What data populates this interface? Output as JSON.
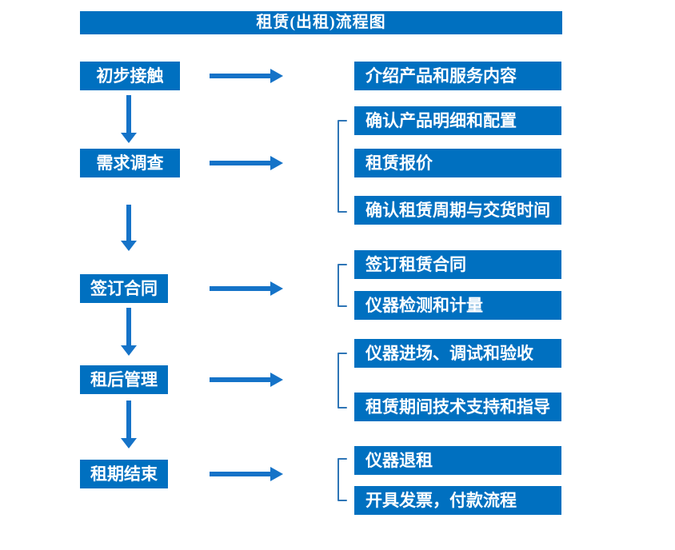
{
  "title": "租赁(出租)流程图",
  "colors": {
    "box_fill": "#0070C0",
    "arrow": "#1573C8",
    "bracket": "#2E75B6",
    "text": "#FFFFFF",
    "background": "#FFFFFF"
  },
  "rows": [
    {
      "step": "初步接触",
      "details": [
        "介绍产品和服务内容"
      ]
    },
    {
      "step": "需求调查",
      "details": [
        "确认产品明细和配置",
        "租赁报价",
        "确认租赁周期与交货时间"
      ]
    },
    {
      "step": "签订合同",
      "details": [
        "签订租赁合同",
        "仪器检测和计量"
      ]
    },
    {
      "step": "租后管理",
      "details": [
        "仪器进场、调试和验收",
        "租赁期间技术支持和指导"
      ]
    },
    {
      "step": "租期结束",
      "details": [
        "仪器退租",
        "开具发票，付款流程"
      ]
    }
  ]
}
